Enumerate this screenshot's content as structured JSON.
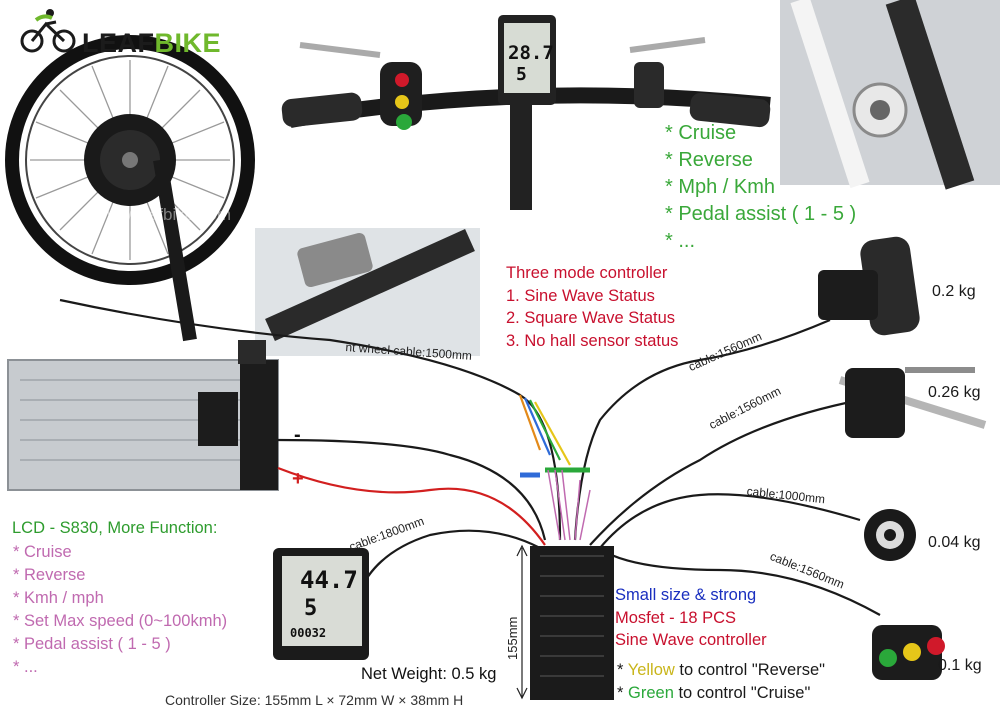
{
  "brand": {
    "part1": "LEAF",
    "part2": "BIKE",
    "watermark": "www.leafbike.com"
  },
  "display_features": [
    "* Cruise",
    "* Reverse",
    "* Mph / Kmh",
    "* Pedal assist ( 1 - 5 )",
    "* ..."
  ],
  "controller_modes": {
    "title": "Three mode controller",
    "items": [
      "1. Sine Wave Status",
      "2. Square Wave Status",
      "3. No hall sensor status"
    ]
  },
  "lcd": {
    "title": "LCD - S830, More Function:",
    "features": [
      "* Cruise",
      "* Reverse",
      "* Kmh / mph",
      "* Set Max speed (0~100kmh)",
      "* Pedal assist ( 1 - 5 )",
      "* ..."
    ],
    "speed_reading": "44.7",
    "pas_level": "5",
    "odo_reading": "00032",
    "top_speed_reading": "28.7",
    "top_pas_level": "5"
  },
  "weights": {
    "throttle": "0.2 kg",
    "brake": "0.26 kg",
    "pas_sensor": "0.04 kg",
    "switch": "0.1 kg"
  },
  "cables": {
    "wheel": "nt wheel cable:1500mm",
    "throttle": "cable:1560mm",
    "brake": "cable:1560mm",
    "pas": "cable:1000mm",
    "switch": "cable:1560mm",
    "lcd": "cable:1800mm"
  },
  "battery": {
    "minus": "-",
    "plus": "+"
  },
  "controller": {
    "line1": "Small size & strong",
    "line2": "Mosfet - 18 PCS",
    "line3": "Sine Wave controller",
    "height_label": "155mm",
    "net_weight": "Net Weight: 0.5 kg",
    "size": "Controller Size: 155mm L × 72mm W × 38mm H"
  },
  "legend": {
    "yellow_prefix": "* ",
    "yellow_word": "Yellow",
    "yellow_rest": " to control \"Reverse\"",
    "green_prefix": "* ",
    "green_word": "Green",
    "green_rest": " to control \"Cruise\""
  },
  "colors": {
    "brand_green": "#6fb82c",
    "feature_green": "#3aa83a",
    "mode_red": "#c8102e",
    "lcd_pink": "#c06ab0",
    "ctrl_blue": "#1a2fbf"
  }
}
